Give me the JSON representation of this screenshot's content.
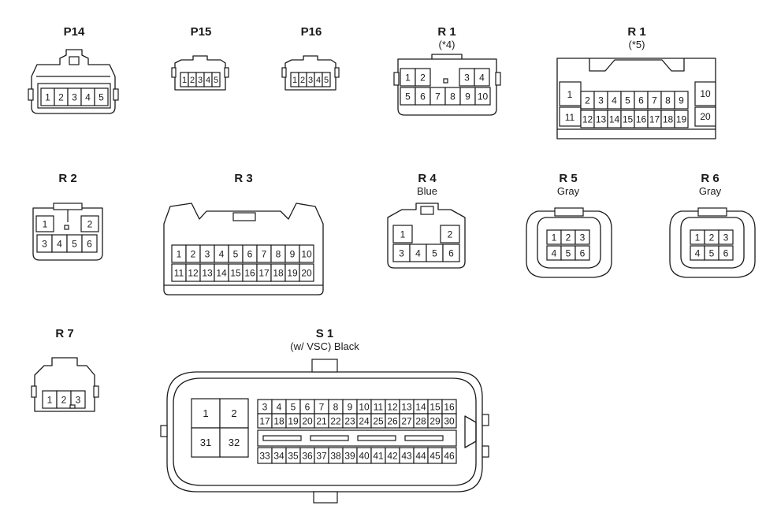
{
  "colors": {
    "stroke": "#1a1a1a",
    "fill": "#ffffff",
    "text": "#1a1a1a"
  },
  "connectors": [
    {
      "id": "p14",
      "title": "P14",
      "sub": "",
      "pins": [
        "1",
        "2",
        "3",
        "4",
        "5"
      ]
    },
    {
      "id": "p15",
      "title": "P15",
      "sub": "",
      "pins": [
        "1",
        "2",
        "3",
        "4",
        "5"
      ]
    },
    {
      "id": "p16",
      "title": "P16",
      "sub": "",
      "pins": [
        "1",
        "2",
        "3",
        "4",
        "5"
      ]
    },
    {
      "id": "r1a",
      "title": "R 1",
      "sub": "(*4)",
      "pins": [
        "1",
        "2",
        "3",
        "4",
        "5",
        "6",
        "7",
        "8",
        "9",
        "10"
      ]
    },
    {
      "id": "r1b",
      "title": "R 1",
      "sub": "(*5)",
      "pins": [
        "1",
        "2",
        "3",
        "4",
        "5",
        "6",
        "7",
        "8",
        "9",
        "10",
        "11",
        "12",
        "13",
        "14",
        "15",
        "16",
        "17",
        "18",
        "19",
        "20"
      ]
    },
    {
      "id": "r2",
      "title": "R 2",
      "sub": "",
      "pins": [
        "1",
        "2",
        "3",
        "4",
        "5",
        "6"
      ]
    },
    {
      "id": "r3",
      "title": "R 3",
      "sub": "",
      "pins": [
        "1",
        "2",
        "3",
        "4",
        "5",
        "6",
        "7",
        "8",
        "9",
        "10",
        "11",
        "12",
        "13",
        "14",
        "15",
        "16",
        "17",
        "18",
        "19",
        "20"
      ]
    },
    {
      "id": "r4",
      "title": "R 4",
      "sub": "Blue",
      "pins": [
        "1",
        "2",
        "3",
        "4",
        "5",
        "6"
      ]
    },
    {
      "id": "r5",
      "title": "R 5",
      "sub": "Gray",
      "pins": [
        "1",
        "2",
        "3",
        "4",
        "5",
        "6"
      ]
    },
    {
      "id": "r6",
      "title": "R 6",
      "sub": "Gray",
      "pins": [
        "1",
        "2",
        "3",
        "4",
        "5",
        "6"
      ]
    },
    {
      "id": "r7",
      "title": "R 7",
      "sub": "",
      "pins": [
        "1",
        "2",
        "3"
      ]
    },
    {
      "id": "s1",
      "title": "S 1",
      "sub": "(w/ VSC)  Black",
      "pins": [
        "1",
        "2",
        "3",
        "4",
        "5",
        "6",
        "7",
        "8",
        "9",
        "10",
        "11",
        "12",
        "13",
        "14",
        "15",
        "16",
        "17",
        "18",
        "19",
        "20",
        "21",
        "22",
        "23",
        "24",
        "25",
        "26",
        "27",
        "28",
        "29",
        "30",
        "31",
        "32",
        "33",
        "34",
        "35",
        "36",
        "37",
        "38",
        "39",
        "40",
        "41",
        "42",
        "43",
        "44",
        "45",
        "46"
      ]
    }
  ]
}
